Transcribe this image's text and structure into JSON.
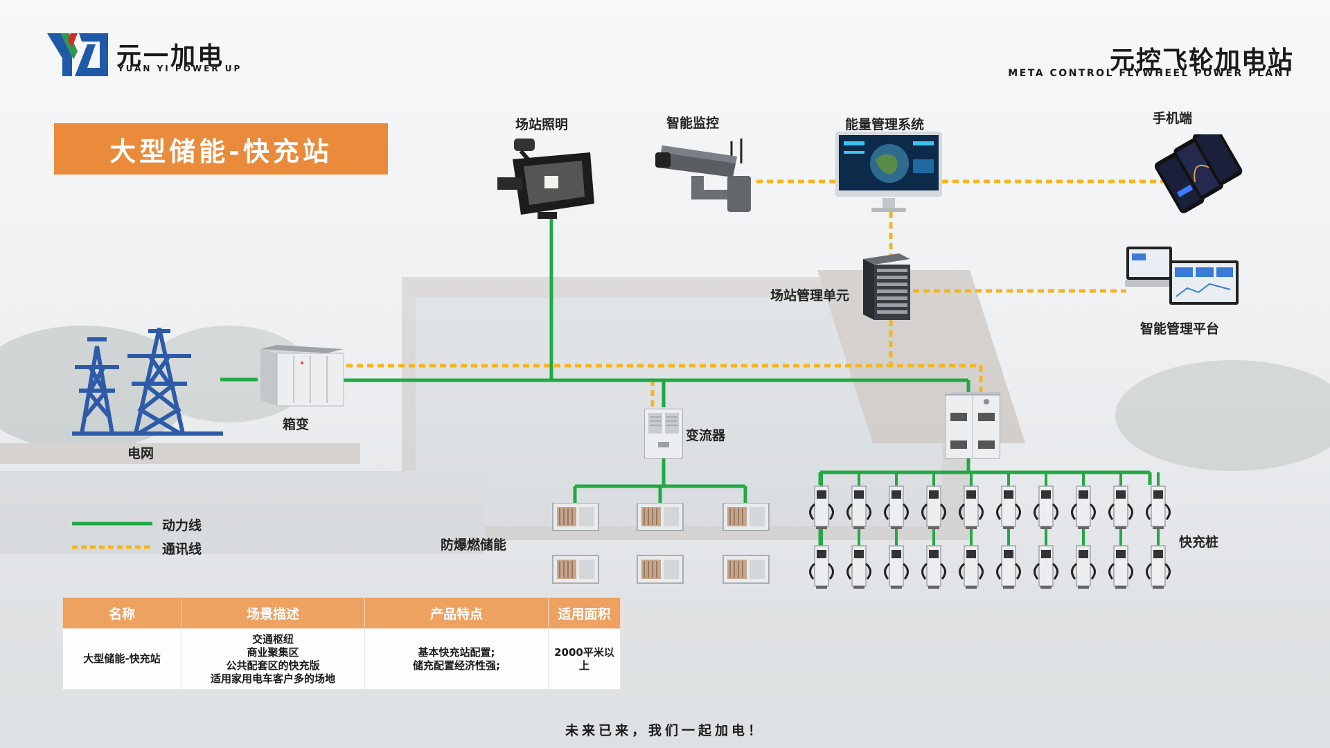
{
  "brand": {
    "name": "元一加电",
    "english": "YUAN YI POWER UP"
  },
  "header": {
    "title": "元控飞轮加电站",
    "subtitle": "META CONTROL FLYWHEEL POWER PLANT"
  },
  "banner": {
    "title": "大型储能-快充站"
  },
  "labels": {
    "lighting": "场站照明",
    "monitoring": "智能监控",
    "ems": "能量管理系统",
    "mobile": "手机端",
    "station_unit": "场站管理单元",
    "platform": "智能管理平台",
    "grid": "电网",
    "box_transformer": "箱变",
    "converter": "变流器",
    "storage": "防爆燃储能",
    "charger": "快充桩"
  },
  "legend": {
    "power": "动力线",
    "comm": "通讯线"
  },
  "colors": {
    "power_line": "#22a845",
    "comm_line": "#f5b51d",
    "banner": "#ea8a3b",
    "table_header": "#eda262",
    "tower": "#2d5ba8"
  },
  "table": {
    "headers": [
      "名称",
      "场景描述",
      "产品特点",
      "适用面积"
    ],
    "row": {
      "name": "大型储能-快充站",
      "scenarios": [
        "交通枢纽",
        "商业聚集区",
        "公共配套区的快充版",
        "适用家用电车客户多的场地"
      ],
      "features": [
        "基本快充站配置;",
        "储充配置经济性强;"
      ],
      "area": "2000平米以上"
    }
  },
  "slogan": "未来已来，我们一起加电！"
}
